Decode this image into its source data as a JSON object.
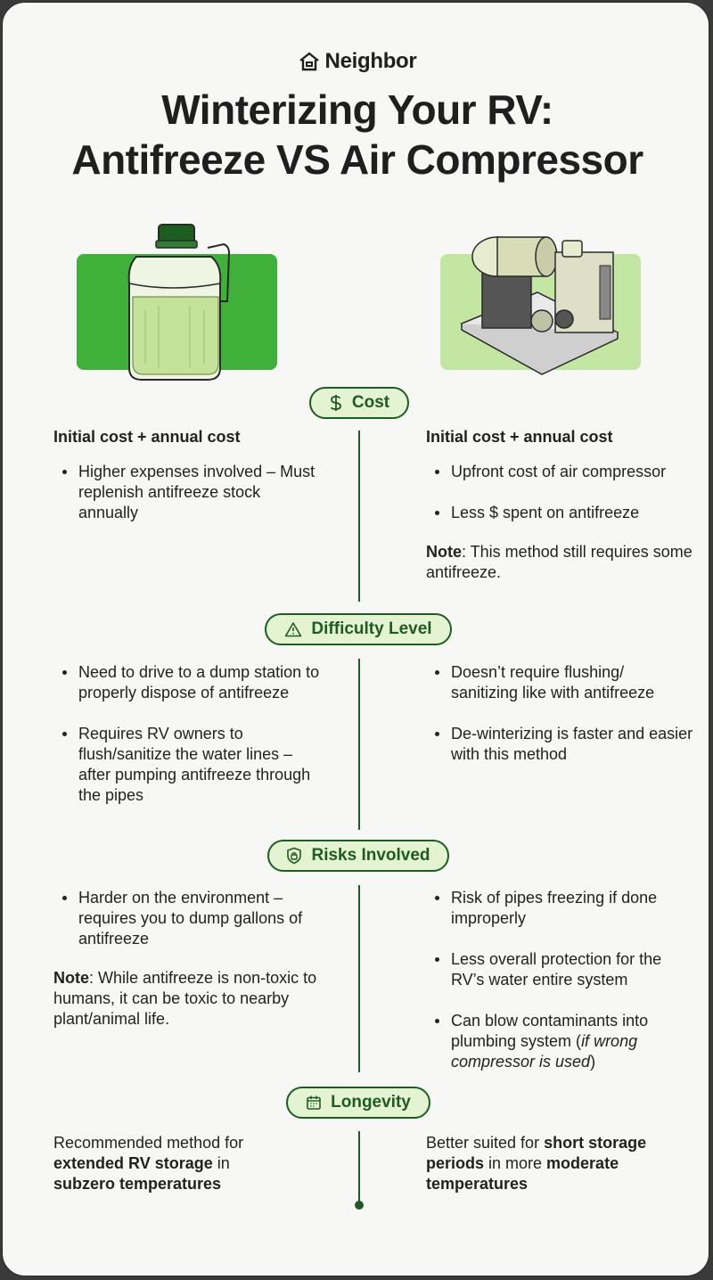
{
  "brand": {
    "name": "Neighbor",
    "logo_icon": "house-icon"
  },
  "title": {
    "line1": "Winterizing Your RV:",
    "line2": "Antifreeze VS Air Compressor"
  },
  "colors": {
    "dark_green": "#1f5a24",
    "pill_fill": "#e4f4d2",
    "left_box": "#3fb13a",
    "right_box": "#c3e6a3"
  },
  "sections": {
    "cost": {
      "label": "Cost",
      "icon": "dollar-icon",
      "left_head": "Initial cost + annual cost",
      "left_items": [
        "Higher expenses involved – Must replenish antifreeze stock annually"
      ],
      "right_head": "Initial cost + annual cost",
      "right_items": [
        "Upfront cost of air compressor",
        "Less $ spent on antifreeze"
      ],
      "right_note_label": "Note",
      "right_note_text": ": This method still requires some antifreeze."
    },
    "difficulty": {
      "label": "Difficulty Level",
      "icon": "warning-icon",
      "left_items": [
        "Need to drive to a dump station to properly dispose of antifreeze",
        "Requires RV owners to flush/sanitize the water lines – after pumping antifreeze through the pipes"
      ],
      "right_items": [
        "Doesn’t require flushing/ sanitizing like with antifreeze",
        "De-winterizing is faster and easier with this method"
      ]
    },
    "risks": {
      "label": "Risks Involved",
      "icon": "shield-lock-icon",
      "left_items": [
        "Harder on the environment –requires you to dump gallons of antifreeze"
      ],
      "left_note_label": "Note",
      "left_note_text": ": While antifreeze is non-toxic to humans, it can be toxic to nearby plant/animal life.",
      "right_items": [
        "Risk of pipes freezing if done improperly",
        "Less overall protection for the RV’s water entire system"
      ],
      "right_item3_pre": "Can blow contaminants into plumbing system (",
      "right_item3_em": "if wrong compressor is used",
      "right_item3_post": ")"
    },
    "longevity": {
      "label": "Longevity",
      "icon": "calendar-icon",
      "left_t1": "Recommended method for ",
      "left_b1": "extended RV storage",
      "left_t2": " in ",
      "left_b2": "subzero temperatures",
      "right_t1": "Better suited for ",
      "right_b1": "short storage periods",
      "right_t2": " in more ",
      "right_b2": "moderate temperatures"
    }
  }
}
